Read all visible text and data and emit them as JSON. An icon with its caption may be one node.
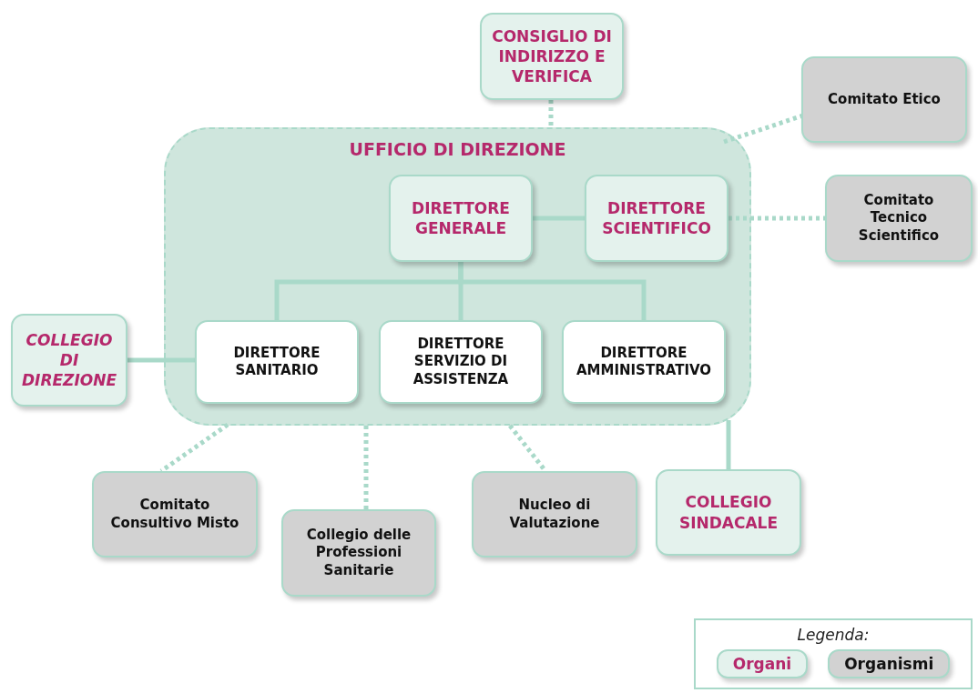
{
  "diagram": {
    "nodes": [
      {
        "text": [
          "CONSIGLIO DI INDIRIZZO E VERIFICA"
        ]
      },
      {
        "text": [
          "Comitato Etico"
        ]
      },
      {
        "text": [
          "UFFICIO DI DIREZIONE"
        ]
      },
      {
        "text": [
          "DIRETTORE GENERALE"
        ],
        "in": 2
      },
      {
        "text": [
          "DIRETTORE SCIENTIFICO"
        ],
        "in": 2
      },
      {
        "text": [
          "Comitato Tecnico Scientifico"
        ]
      },
      {
        "text": [
          "COLLEGIO DI DIREZIONE"
        ]
      },
      {
        "text": [
          "DIRETTORE SANITARIO"
        ],
        "in": 2
      },
      {
        "text": [
          "DIRETTORE SERVIZIO DI ASSISTENZA"
        ],
        "in": 2
      },
      {
        "text": [
          "DIRETTORE AMMINISTRATIVO"
        ],
        "in": 2
      },
      {
        "text": [
          "Comitato Consultivo Misto"
        ]
      },
      {
        "text": [
          "Collegio delle Professioni Sanitarie"
        ]
      },
      {
        "text": [
          "Nucleo di Valutazione"
        ]
      },
      {
        "text": [
          "COLLEGIO SINDACALE"
        ]
      }
    ],
    "edges": [
      {
        "from": 0,
        "to": 2,
        "arrow": "none",
        "style": "dashed"
      },
      {
        "from": 2,
        "to": 1,
        "arrow": "none",
        "style": "dashed"
      },
      {
        "from": 3,
        "to": 4,
        "arrow": "none"
      },
      {
        "from": 4,
        "to": 5,
        "arrow": "none",
        "style": "dashed"
      },
      {
        "from": 3,
        "to": 7,
        "arrow": "none"
      },
      {
        "from": 3,
        "to": 8,
        "arrow": "none"
      },
      {
        "from": 3,
        "to": 9,
        "arrow": "none"
      },
      {
        "from": 6,
        "to": 7,
        "arrow": "none"
      },
      {
        "from": 2,
        "to": 10,
        "arrow": "none",
        "style": "dashed"
      },
      {
        "from": 2,
        "to": 11,
        "arrow": "none",
        "style": "dashed"
      },
      {
        "from": 2,
        "to": 12,
        "arrow": "none",
        "style": "dashed"
      },
      {
        "from": 2,
        "to": 13,
        "arrow": "none"
      }
    ],
    "labels": [
      "Legenda:"
    ],
    "legend": [
      {
        "text": "Organi",
        "color": "#e4f2ed"
      },
      {
        "text": "Organismi",
        "color": "#d2d2d2"
      }
    ]
  }
}
